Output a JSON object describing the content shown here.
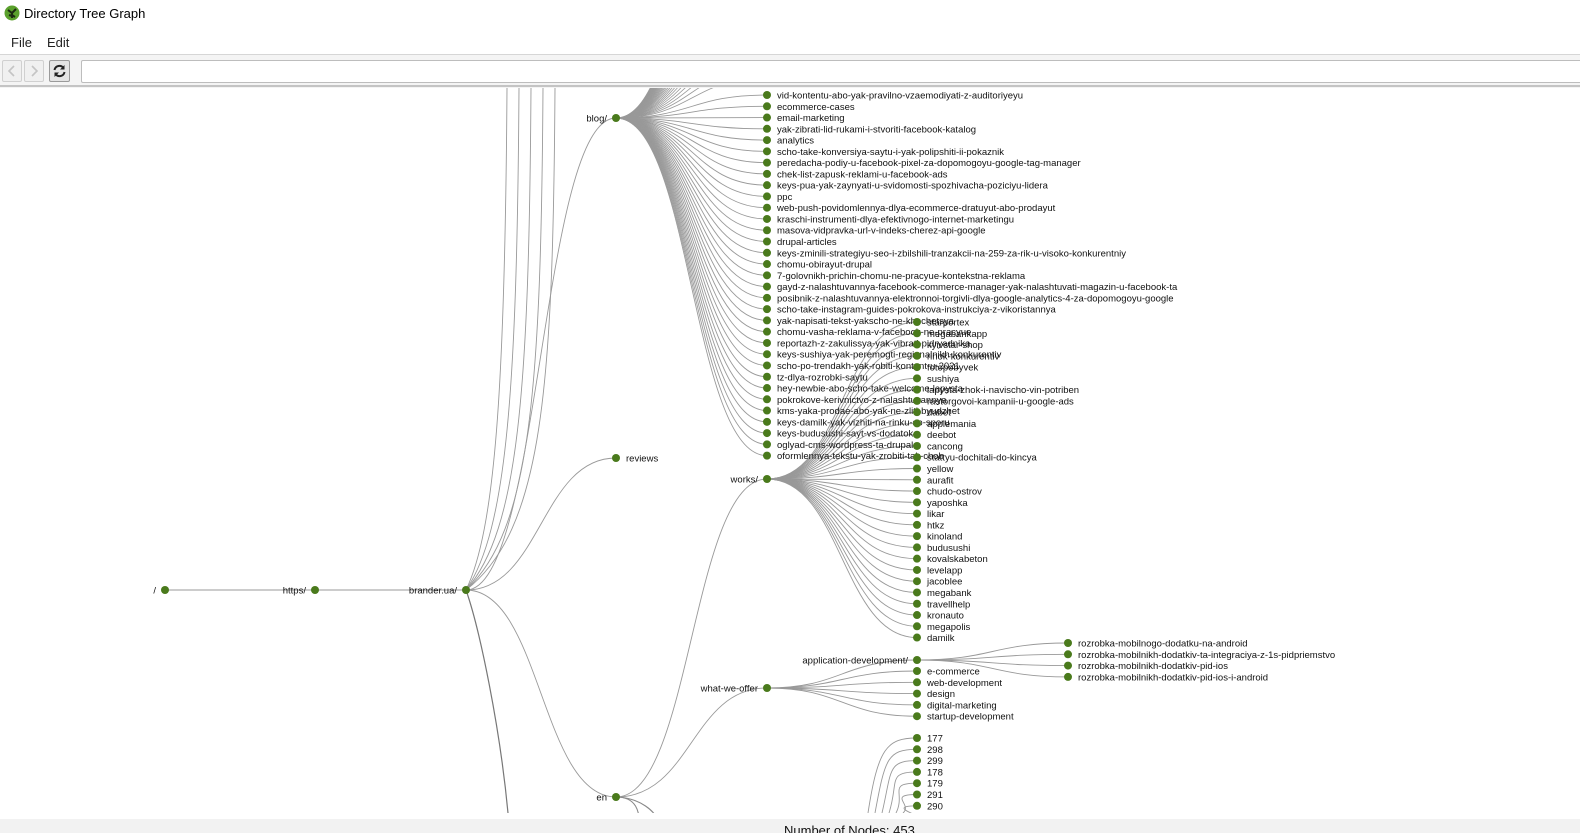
{
  "window": {
    "title": "Directory Tree Graph",
    "app_icon": "tree-graph-icon"
  },
  "menu": {
    "items": [
      {
        "label": "File"
      },
      {
        "label": "Edit"
      }
    ]
  },
  "toolbar": {
    "back_icon": "chevron-left-icon",
    "forward_icon": "chevron-right-icon",
    "reload_icon": "refresh-icon",
    "url_value": ""
  },
  "colors": {
    "node": "#4a7a1c",
    "edge": "#999999",
    "accent_icon": "#5aa02c"
  },
  "status": {
    "text": "Number of Nodes: 453"
  },
  "tree": {
    "root": {
      "label": "/"
    },
    "scheme": {
      "label": "https/"
    },
    "domain": {
      "label": "brander.ua/"
    },
    "blog": {
      "label": "blog/",
      "children": [
        "vid-kontentu-abo-yak-pravilno-vzaemodiyati-z-auditoriyeyu",
        "ecommerce-cases",
        "email-marketing",
        "yak-zibrati-lid-rukami-i-stvoriti-facebook-katalog",
        "analytics",
        "scho-take-konversiya-saytu-i-yak-polipshiti-ii-pokaznik",
        "peredacha-podiy-u-facebook-pixel-za-dopomogoyu-google-tag-manager",
        "chek-list-zapusk-reklami-u-facebook-ads",
        "keys-pua-yak-zaynyati-u-svidomosti-spozhivacha-poziciyu-lidera",
        "ppc",
        "web-push-povidomlennya-dlya-ecommerce-dratuyut-abo-prodayut",
        "kraschi-instrumenti-dlya-efektivnogo-internet-marketingu",
        "masova-vidpravka-url-v-indeks-cherez-api-google",
        "drupal-articles",
        "keys-zminili-strategiyu-seo-i-zbilshili-tranzakcii-na-259-za-rik-u-visoko-konkurentniy",
        "chomu-obirayut-drupal",
        "7-golovnikh-prichin-chomu-ne-pracyue-kontekstna-reklama",
        "gayd-z-nalashtuvannya-facebook-commerce-manager-yak-nalashtuvati-magazin-u-facebook-ta",
        "posibnik-z-nalashtuvannya-elektronnoi-torgivli-dlya-google-analytics-4-za-dopomogoyu-google",
        "scho-take-instagram-guides-pokrokova-instrukciya-z-vikoristannya",
        "yak-napisati-tekst-yakscho-ne-khochetsya",
        "chomu-vasha-reklama-v-facebook-ne-pracyue",
        "reportazh-z-zakulissya-yak-vibrati-pidryadnika",
        "keys-sushiya-yak-peremogti-regionalnikh-konkurentiv",
        "scho-po-trendakh-yak-robiti-kontent-u-2021",
        "tz-dlya-rozrobki-saytu",
        "hey-newbie-abo-scho-take-welcome-lapysta",
        "pokrokove-kerivnictvo-z-nalashtuvannya",
        "kms-yaka-prodae-abo-yak-ne-zliti-byudzhet",
        "keys-damilk-yak-vizhiti-na-rinku-so-sporu",
        "keys-budusushi-sayt-vs-dodatok",
        "oglyad-cms-wordpress-ta-drupal",
        "oformlennya-tekstu-yak-zrobiti-tak-chob"
      ]
    },
    "reviews": {
      "label": "reviews"
    },
    "works": {
      "label": "works/",
      "children": [
        "starportex",
        "megabankapp",
        "kyivstar-shop",
        "rinok-konkurentiv",
        "fotopobyvek",
        "sushiya",
        "lapysta-zhok-i-navischo-vin-potriben",
        "rastorgovoi-kampanii-u-google-ads",
        "dabet",
        "applemania",
        "deebot",
        "cancong",
        "stattyu-dochitali-do-kincya",
        "yellow",
        "aurafit",
        "chudo-ostrov",
        "yaposhka",
        "likar",
        "htkz",
        "kinoland",
        "budusushi",
        "kovalskabeton",
        "levelapp",
        "jacoblee",
        "megabank",
        "travellhelp",
        "kronauto",
        "megapolis",
        "damilk"
      ]
    },
    "what_we_offer": {
      "label": "what-we-offer",
      "children": [
        "e-commerce",
        "web-development",
        "design",
        "digital-marketing",
        "startup-development"
      ],
      "app_dev": {
        "label": "application-development/",
        "children": [
          "rozrobka-mobilnogo-dodatku-na-android",
          "rozrobka-mobilnikh-dodatkiv-ta-integraciya-z-1s-pidpriemstvo",
          "rozrobka-mobilnikh-dodatkiv-pid-ios",
          "rozrobka-mobilnikh-dodatkiv-pid-ios-i-android"
        ]
      }
    },
    "en": {
      "label": "en"
    },
    "numbered": {
      "children": [
        "177",
        "298",
        "299",
        "178",
        "179",
        "291",
        "290"
      ]
    }
  }
}
